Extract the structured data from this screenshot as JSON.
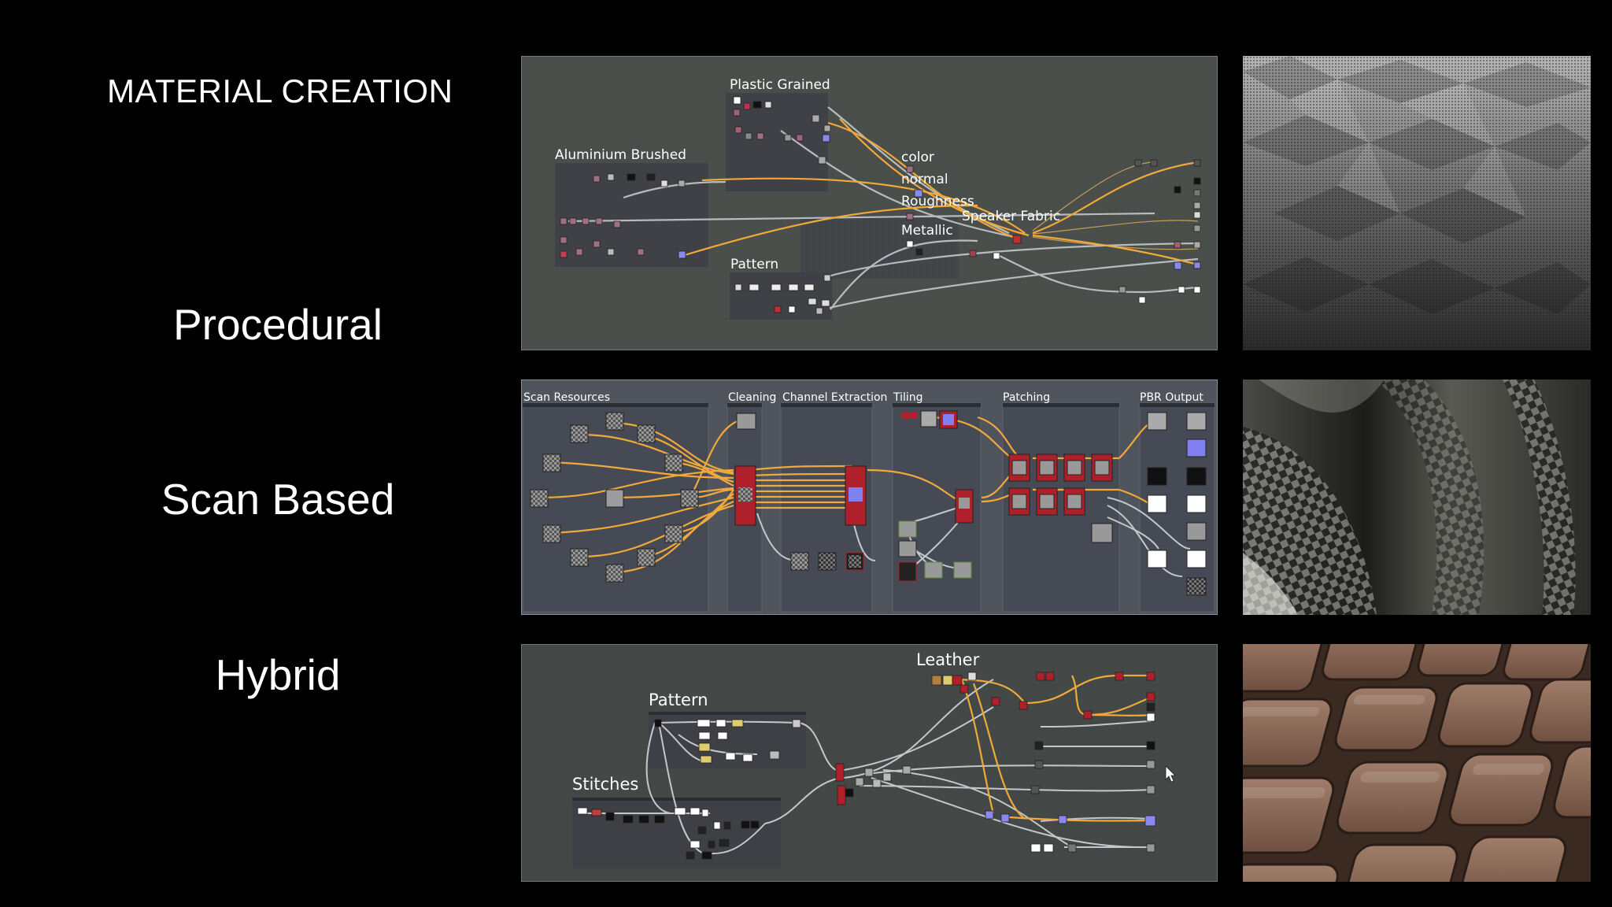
{
  "slide": {
    "title": "MATERIAL CREATION",
    "rows": [
      {
        "label": "Procedural"
      },
      {
        "label": "Scan Based"
      },
      {
        "label": "Hybrid"
      }
    ]
  },
  "procedural_graph": {
    "frames": [
      "Plastic Grained",
      "Aluminium Brushed",
      "Pattern",
      "Speaker Fabric"
    ],
    "outputs": [
      "color",
      "normal",
      "Roughness",
      "Metallic"
    ]
  },
  "scan_graph": {
    "sections": [
      "Scan Resources",
      "Cleaning",
      "Channel Extraction",
      "Tiling",
      "Patching",
      "PBR Output"
    ]
  },
  "hybrid_graph": {
    "frames": [
      "Leather",
      "Pattern",
      "Stitches"
    ]
  },
  "colors": {
    "procedural_bg": "#4a4e4a",
    "scan_bg": "#4f535c",
    "hybrid_bg": "#434846",
    "wire_orange": "#f0a93a",
    "wire_gray": "#c4c8cc",
    "node_red": "#b0202a",
    "node_blue": "#8080f0"
  }
}
